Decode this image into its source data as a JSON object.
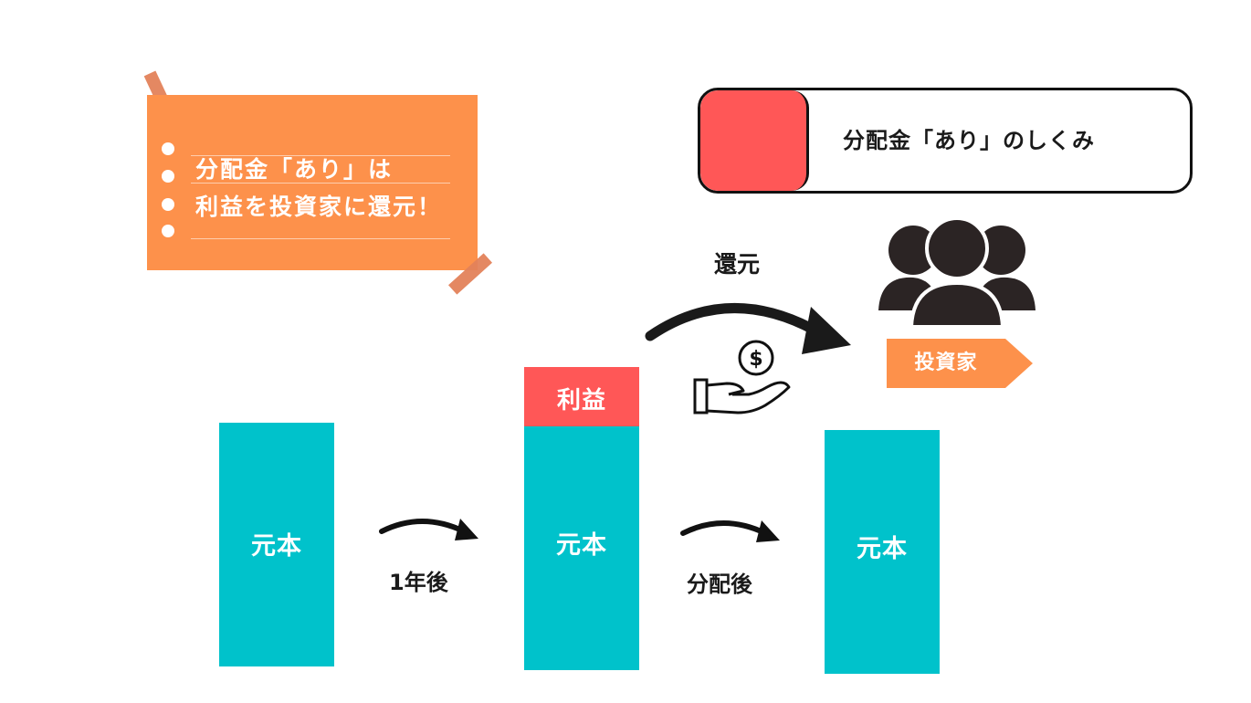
{
  "note": {
    "line1": "分配金「あり」は",
    "line2": "利益を投資家に還元！"
  },
  "title": "分配金「あり」のしくみ",
  "return_label": "還元",
  "investor_label": "投資家",
  "principal_label": "元本",
  "profit_label": "利益",
  "step1_label": "1年後",
  "step2_label": "分配後",
  "colors": {
    "principal": "#00c2cb",
    "profit": "#ff5757",
    "accent_orange": "#fd914b",
    "ink": "#1a1a1a"
  },
  "icons": [
    "people-icon",
    "dollar-hand-icon",
    "curved-arrow-icon"
  ]
}
